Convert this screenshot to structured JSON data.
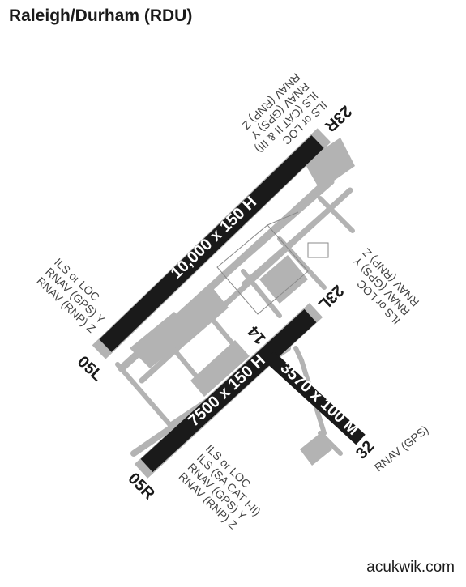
{
  "header": {
    "title": "Raleigh/Durham (RDU)"
  },
  "footer": {
    "source": "acukwik.com"
  },
  "colors": {
    "runway": "#1a1a1a",
    "taxiway": "#b3b3b3",
    "outline": "#8a8a8a",
    "text": "#444444"
  },
  "runways": {
    "r1": {
      "dims": "10,000 x 150 H",
      "end_a": "05L",
      "end_b": "23R"
    },
    "r2": {
      "dims": "7500 x 150 H",
      "end_a": "05R",
      "end_b": "23L"
    },
    "r3": {
      "dims": "3570 x 100 M",
      "end_a": "14",
      "end_b": "32"
    }
  },
  "approaches": {
    "a23R": [
      "ILS or LOC",
      "ILS (CAT II & III)",
      "RNAV (GPS) Y",
      "RNAV (RNP) Z"
    ],
    "a05L": [
      "ILS or LOC",
      "RNAV (GPS) Y",
      "RNAV (RNP) Z"
    ],
    "a23L": [
      "ILS or LOC",
      "RNAV (GPS) Y",
      "RNAV (RNP) Z"
    ],
    "a05R": [
      "ILS or LOC",
      "ILS (SA CAT I-II)",
      "RNAV (GPS) Y",
      "RNAV (RNP) Z"
    ],
    "a32": [
      "RNAV (GPS)"
    ]
  }
}
